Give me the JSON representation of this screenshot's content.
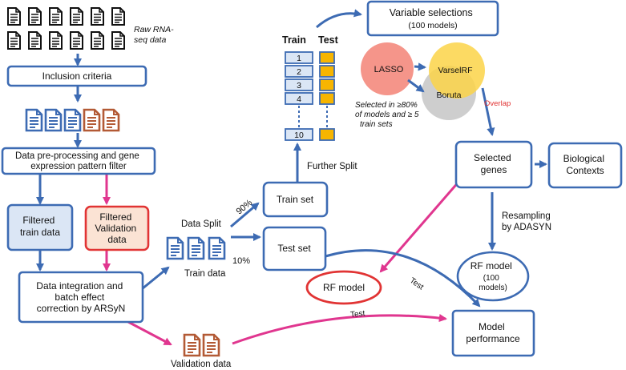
{
  "colors": {
    "blue": "#3d6bb3",
    "pink": "#e0368f",
    "light_blue_fill": "#dbe6f5",
    "peach_fill": "#fbe3d4",
    "red_border": "#e13434",
    "orange_doc": "#b35a35",
    "gold": "#f7b500",
    "lasso": "#f48a7d",
    "varselrf": "#fbd448",
    "boruta": "#c9c9c9"
  },
  "raw_label": [
    "Raw RNA-",
    "seq data"
  ],
  "inclusion_criteria": "Inclusion criteria",
  "preprocess": [
    "Data pre-processing and gene",
    "expression pattern filter"
  ],
  "filtered_train": [
    "Filtered",
    "train data"
  ],
  "filtered_validation": [
    "Filtered",
    "Validation",
    "data"
  ],
  "integration": [
    "Data integration and",
    "batch effect",
    "correction by ARSyN"
  ],
  "data_split": "Data Split",
  "pct_90": "90%",
  "pct_10": "10%",
  "train_data": "Train data",
  "validation_data": "Validation data",
  "train_set": "Train set",
  "test_set": "Test set",
  "further_split": "Further Split",
  "folds": {
    "train_header": "Train",
    "test_header": "Test",
    "labels": [
      "1",
      "2",
      "3",
      "4",
      "10"
    ]
  },
  "variable_selections": [
    "Variable selections",
    "(100 models)"
  ],
  "venn": {
    "lasso": "LASSO",
    "varselrf": "VarselRF",
    "boruta": "Boruta",
    "overlap": "Overlap",
    "note": [
      "Selected in ≥80%",
      "of models and ≥ 5",
      "train sets"
    ]
  },
  "selected_genes": [
    "Selected",
    "genes"
  ],
  "biological_contexts": [
    "Biological",
    "Contexts"
  ],
  "resampling": [
    "Resampling",
    "by ADASYN"
  ],
  "rf_model_100": [
    "RF model",
    "(100",
    "models)"
  ],
  "rf_model": "RF model",
  "model_performance": [
    "Model",
    "performance"
  ],
  "test_label_1": "Test",
  "test_label_2": "Test"
}
